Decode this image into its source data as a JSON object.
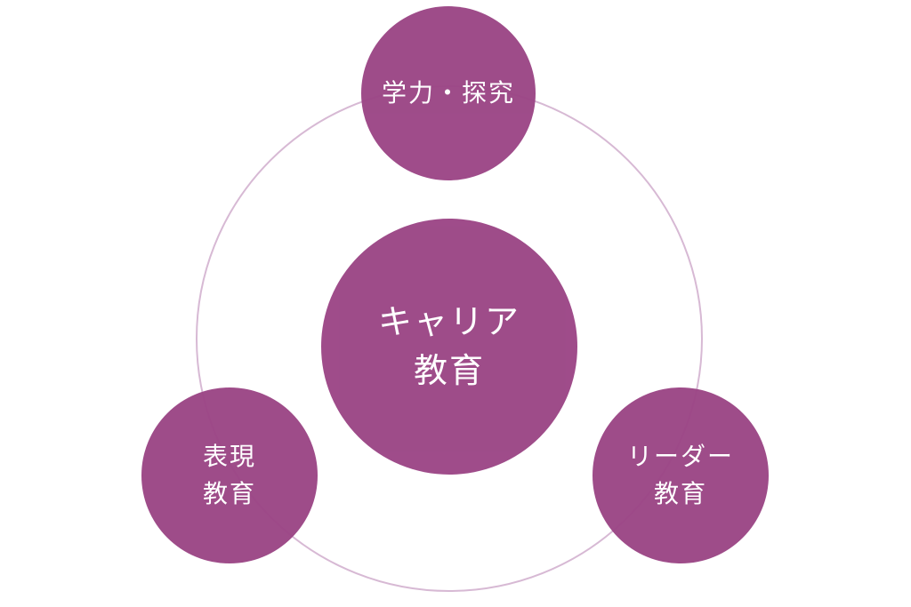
{
  "diagram": {
    "colors": {
      "node_fill": "#9b4585",
      "ring_stroke": "#d7b9d4",
      "text": "#ffffff",
      "background": "#ffffff"
    },
    "center": {
      "line1": "キャリア",
      "line2": "教育"
    },
    "top": {
      "line1": "学力・探究"
    },
    "left": {
      "line1": "表現",
      "line2": "教育"
    },
    "right": {
      "line1": "リーダー",
      "line2": "教育"
    }
  }
}
